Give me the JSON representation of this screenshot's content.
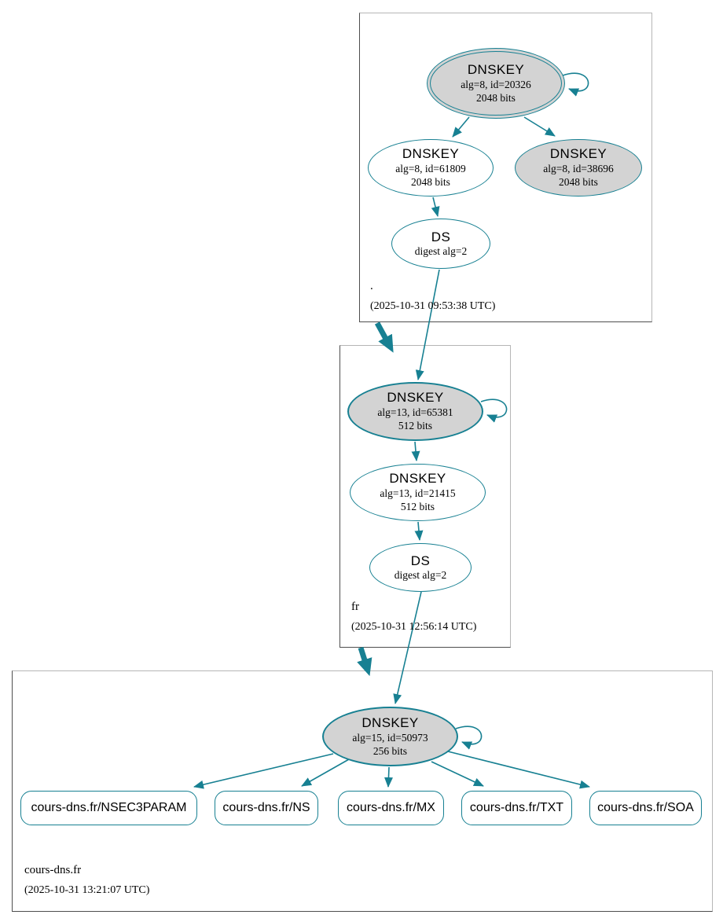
{
  "diagram": {
    "colors": {
      "edge_teal": "#178092",
      "node_fill_gray": "#d3d3d3",
      "node_fill_white": "#ffffff",
      "cluster_border_dark": "#4e4e4e",
      "cluster_border_light": "#b6b6b6"
    },
    "zones": [
      {
        "name": ".",
        "timestamp": "(2025-10-31 09:53:38 UTC)",
        "nodes": {
          "ksk": {
            "title": "DNSKEY",
            "detail1": "alg=8, id=20326",
            "detail2": "2048 bits"
          },
          "zsk": {
            "title": "DNSKEY",
            "detail1": "alg=8, id=61809",
            "detail2": "2048 bits"
          },
          "key3": {
            "title": "DNSKEY",
            "detail1": "alg=8, id=38696",
            "detail2": "2048 bits"
          },
          "ds": {
            "title": "DS",
            "detail1": "digest alg=2"
          }
        }
      },
      {
        "name": "fr",
        "timestamp": "(2025-10-31 12:56:14 UTC)",
        "nodes": {
          "ksk": {
            "title": "DNSKEY",
            "detail1": "alg=13, id=65381",
            "detail2": "512 bits"
          },
          "zsk": {
            "title": "DNSKEY",
            "detail1": "alg=13, id=21415",
            "detail2": "512 bits"
          },
          "ds": {
            "title": "DS",
            "detail1": "digest alg=2"
          }
        }
      },
      {
        "name": "cours-dns.fr",
        "timestamp": "(2025-10-31 13:21:07 UTC)",
        "nodes": {
          "ksk": {
            "title": "DNSKEY",
            "detail1": "alg=15, id=50973",
            "detail2": "256 bits"
          }
        },
        "rrsets": [
          {
            "label": "cours-dns.fr/NSEC3PARAM"
          },
          {
            "label": "cours-dns.fr/NS"
          },
          {
            "label": "cours-dns.fr/MX"
          },
          {
            "label": "cours-dns.fr/TXT"
          },
          {
            "label": "cours-dns.fr/SOA"
          }
        ]
      }
    ]
  }
}
